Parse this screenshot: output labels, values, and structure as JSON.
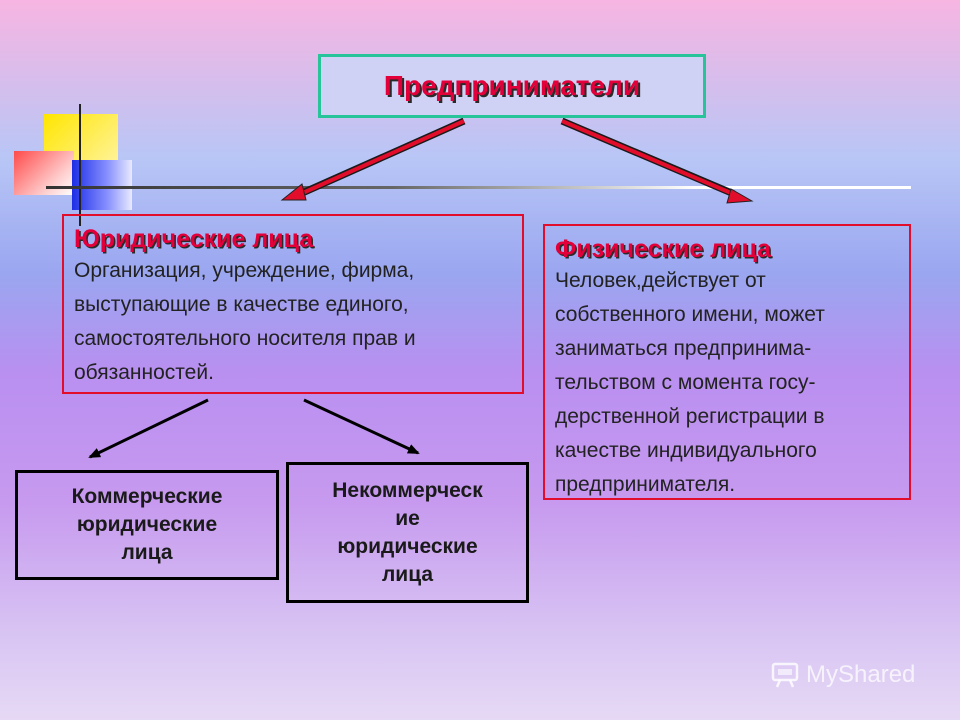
{
  "title": "Предприниматели",
  "legal": {
    "heading": "Юридические лица",
    "lines": [
      "Организация, учреждение, фирма,",
      "выступающие в качестве единого,",
      "самостоятельного носителя прав и",
      "обязанностей."
    ]
  },
  "physical": {
    "heading": "Физические лица",
    "lines": [
      "Человек,действует от",
      "собственного имени, может",
      "заниматься предпринима-",
      "тельством с момента госу-",
      "дерственной регистрации в",
      "качестве индивидуального",
      "предпринимателя."
    ]
  },
  "commercial": {
    "lines": [
      "Коммерческие",
      "юридические",
      "лица"
    ]
  },
  "noncommercial": {
    "lines": [
      "Некоммерческ",
      "ие",
      "юридические",
      "лица"
    ]
  },
  "watermark": {
    "text": "MyShared",
    "icon": "myshared-logo-icon"
  },
  "colors": {
    "heading_red": "#e3003a",
    "arrow_red": "#e20d2a",
    "title_border": "#27c49a",
    "box_border_red": "#e20d2a"
  }
}
